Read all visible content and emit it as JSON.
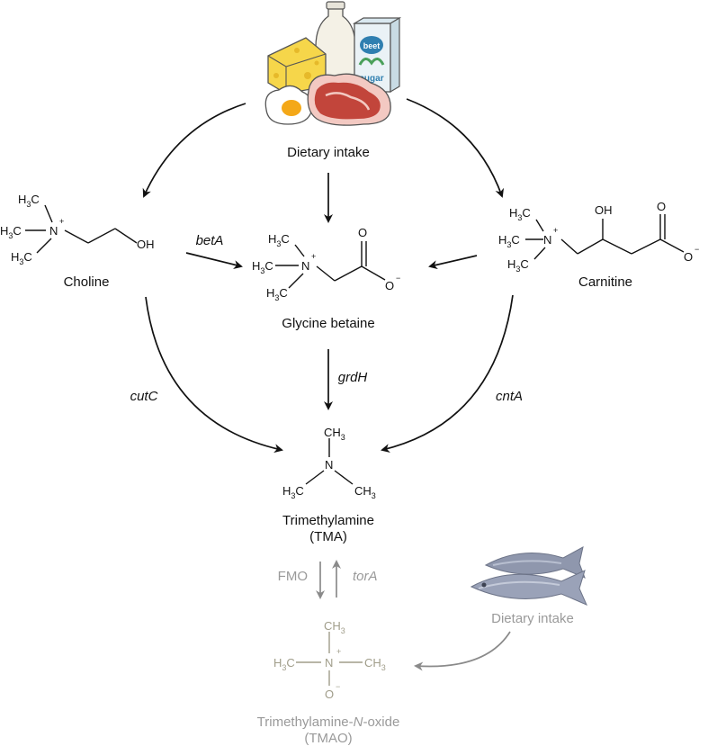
{
  "labels": {
    "dietary_top": "Dietary intake",
    "dietary_fish": "Dietary intake",
    "choline": "Choline",
    "glycine_betaine": "Glycine betaine",
    "carnitine": "Carnitine",
    "tma_line1": "Trimethylamine",
    "tma_line2": "(TMA)",
    "tmao_line1_a": "Trimethylamine-",
    "tmao_line1_b": "N",
    "tmao_line1_c": "-oxide",
    "tmao_line2": "(TMAO)"
  },
  "genes": {
    "betA": "betA",
    "grdH": "grdH",
    "cutC": "cutC",
    "cntA": "cntA",
    "fmo": "FMO",
    "torA": "torA"
  },
  "atoms": {
    "H": "H",
    "three": "3",
    "C": "C",
    "N": "N",
    "O": "O",
    "OH": "OH",
    "plus": "+",
    "minus": "−",
    "beet": "beet",
    "sugar": "sugar"
  },
  "colors": {
    "main": "#111111",
    "faded_text": "#9a9a9a",
    "faded_molecule": "#a09d8a",
    "faded_arrow": "#8a8a8a"
  }
}
